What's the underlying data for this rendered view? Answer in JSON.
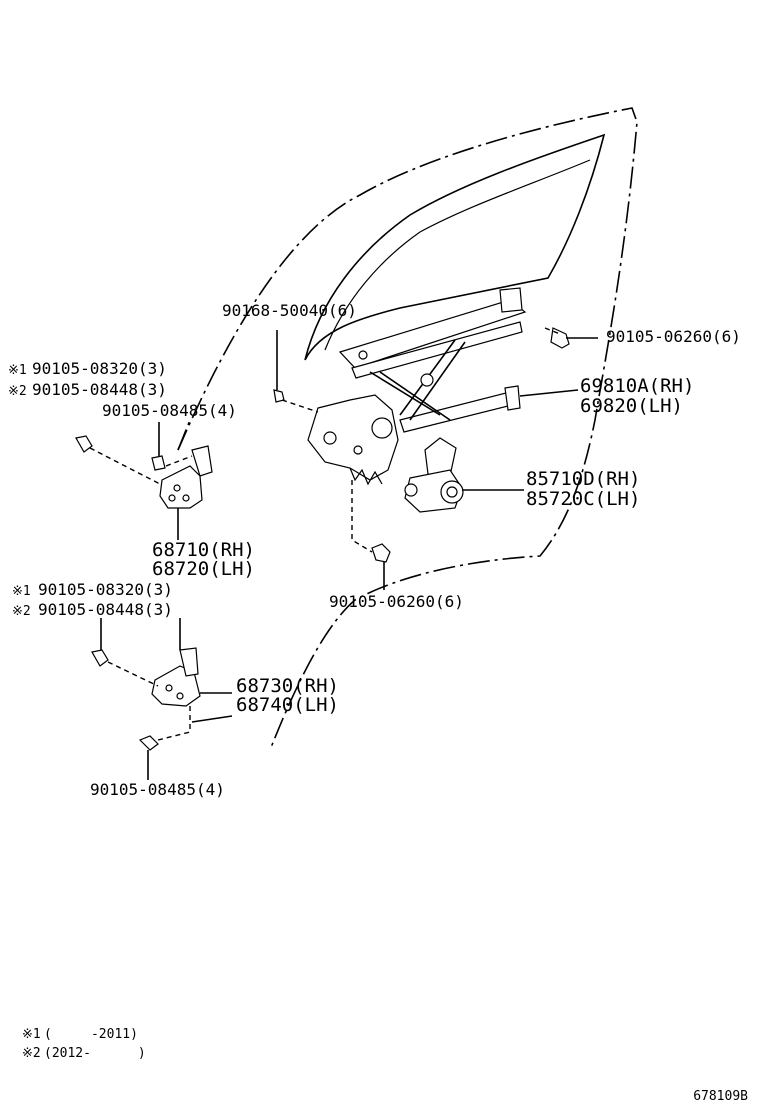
{
  "callouts": {
    "bolt_90168": "90168-50040(6)",
    "bolt_top_right": "90105-06260(6)",
    "regulator_rh": "69810A(RH)",
    "regulator_lh": "69820(LH)",
    "motor_rh": "85710D(RH)",
    "motor_lh": "85720C(LH)",
    "bolt_bottom_mid": "90105-06260(6)",
    "upper_hinge_bolt_1": "90105-08320(3)",
    "upper_hinge_bolt_2": "90105-08448(3)",
    "upper_hinge_bolt_3": "90105-08485(4)",
    "upper_hinge_rh": "68710(RH)",
    "upper_hinge_lh": "68720(LH)",
    "lower_hinge_bolt_1": "90105-08320(3)",
    "lower_hinge_bolt_2": "90105-08448(3)",
    "lower_hinge_rh": "68730(RH)",
    "lower_hinge_lh": "68740(LH)",
    "lower_hinge_bolt_3": "90105-08485(4)"
  },
  "marks": {
    "mark1": "※1",
    "mark2": "※2"
  },
  "notes": {
    "note1_mark": "※1",
    "note1_text": "(     -2011)",
    "note2_mark": "※2",
    "note2_text": "(2012-      )"
  },
  "figure_id": "678109B"
}
